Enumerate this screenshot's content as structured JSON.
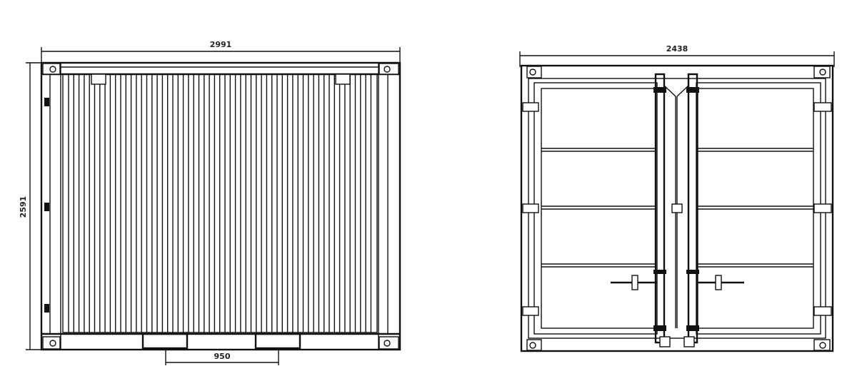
{
  "side_view": {
    "length_label": "2991",
    "height_label": "2591",
    "fork_pocket_spacing_label": "950"
  },
  "end_view": {
    "width_label": "2438"
  }
}
